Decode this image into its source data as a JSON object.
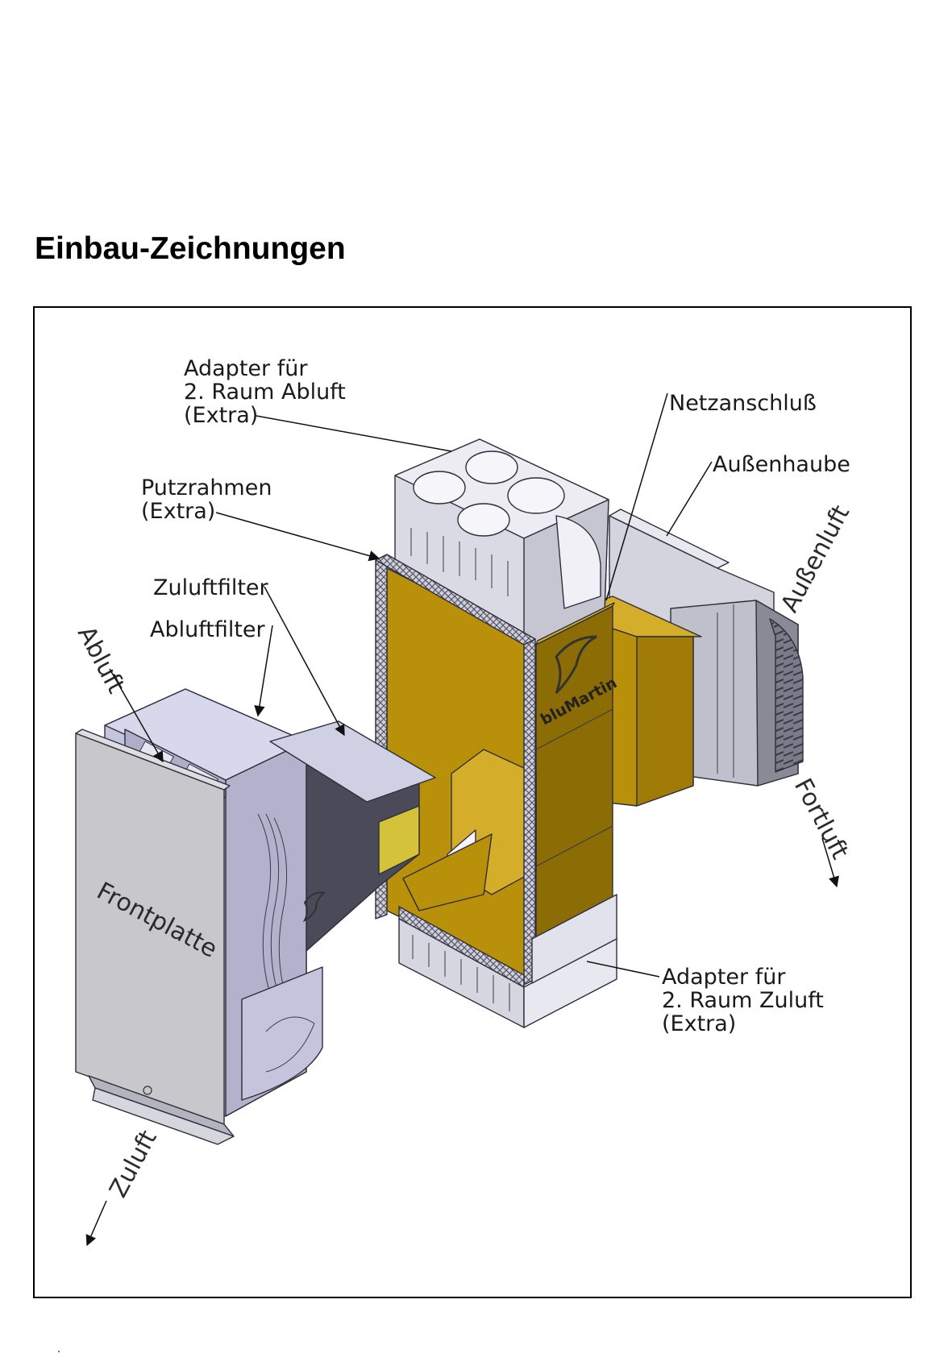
{
  "page": {
    "heading": "Einbau-Zeichnungen"
  },
  "drawing": {
    "labels": {
      "adapter_abluft": [
        "Adapter für",
        "2. Raum Abluft",
        "(Extra)"
      ],
      "netzanschluss": "Netzanschluß",
      "aussenhaube": "Außenhaube",
      "putzrahmen": [
        "Putzrahmen",
        "(Extra)"
      ],
      "aussenluft": "Außenluft",
      "zuluftfilter": "Zuluftfilter",
      "abluftfilter": "Abluftfilter",
      "abluft": "Abluft",
      "frontplatte": "Frontplatte",
      "fortluft": "Fortluft",
      "adapter_zuluft": [
        "Adapter für",
        "2. Raum Zuluft",
        "(Extra)"
      ],
      "zuluft": "Zuluft",
      "logo": "bluMartin"
    },
    "colors": {
      "frame_outline": "#000000",
      "housing_gold": "#b8900a",
      "housing_gold_light": "#d4ad2a",
      "housing_gold_dark": "#8c6c04",
      "adapter_grey": "#dcdce6",
      "unit_blue_grey": "#c4c4dc",
      "front_panel": "#c8c8cc",
      "hood_grey": "#8a8a96",
      "frame_lattice": "#6e6e7e"
    },
    "icons": [
      "swallow-logo-icon"
    ]
  }
}
